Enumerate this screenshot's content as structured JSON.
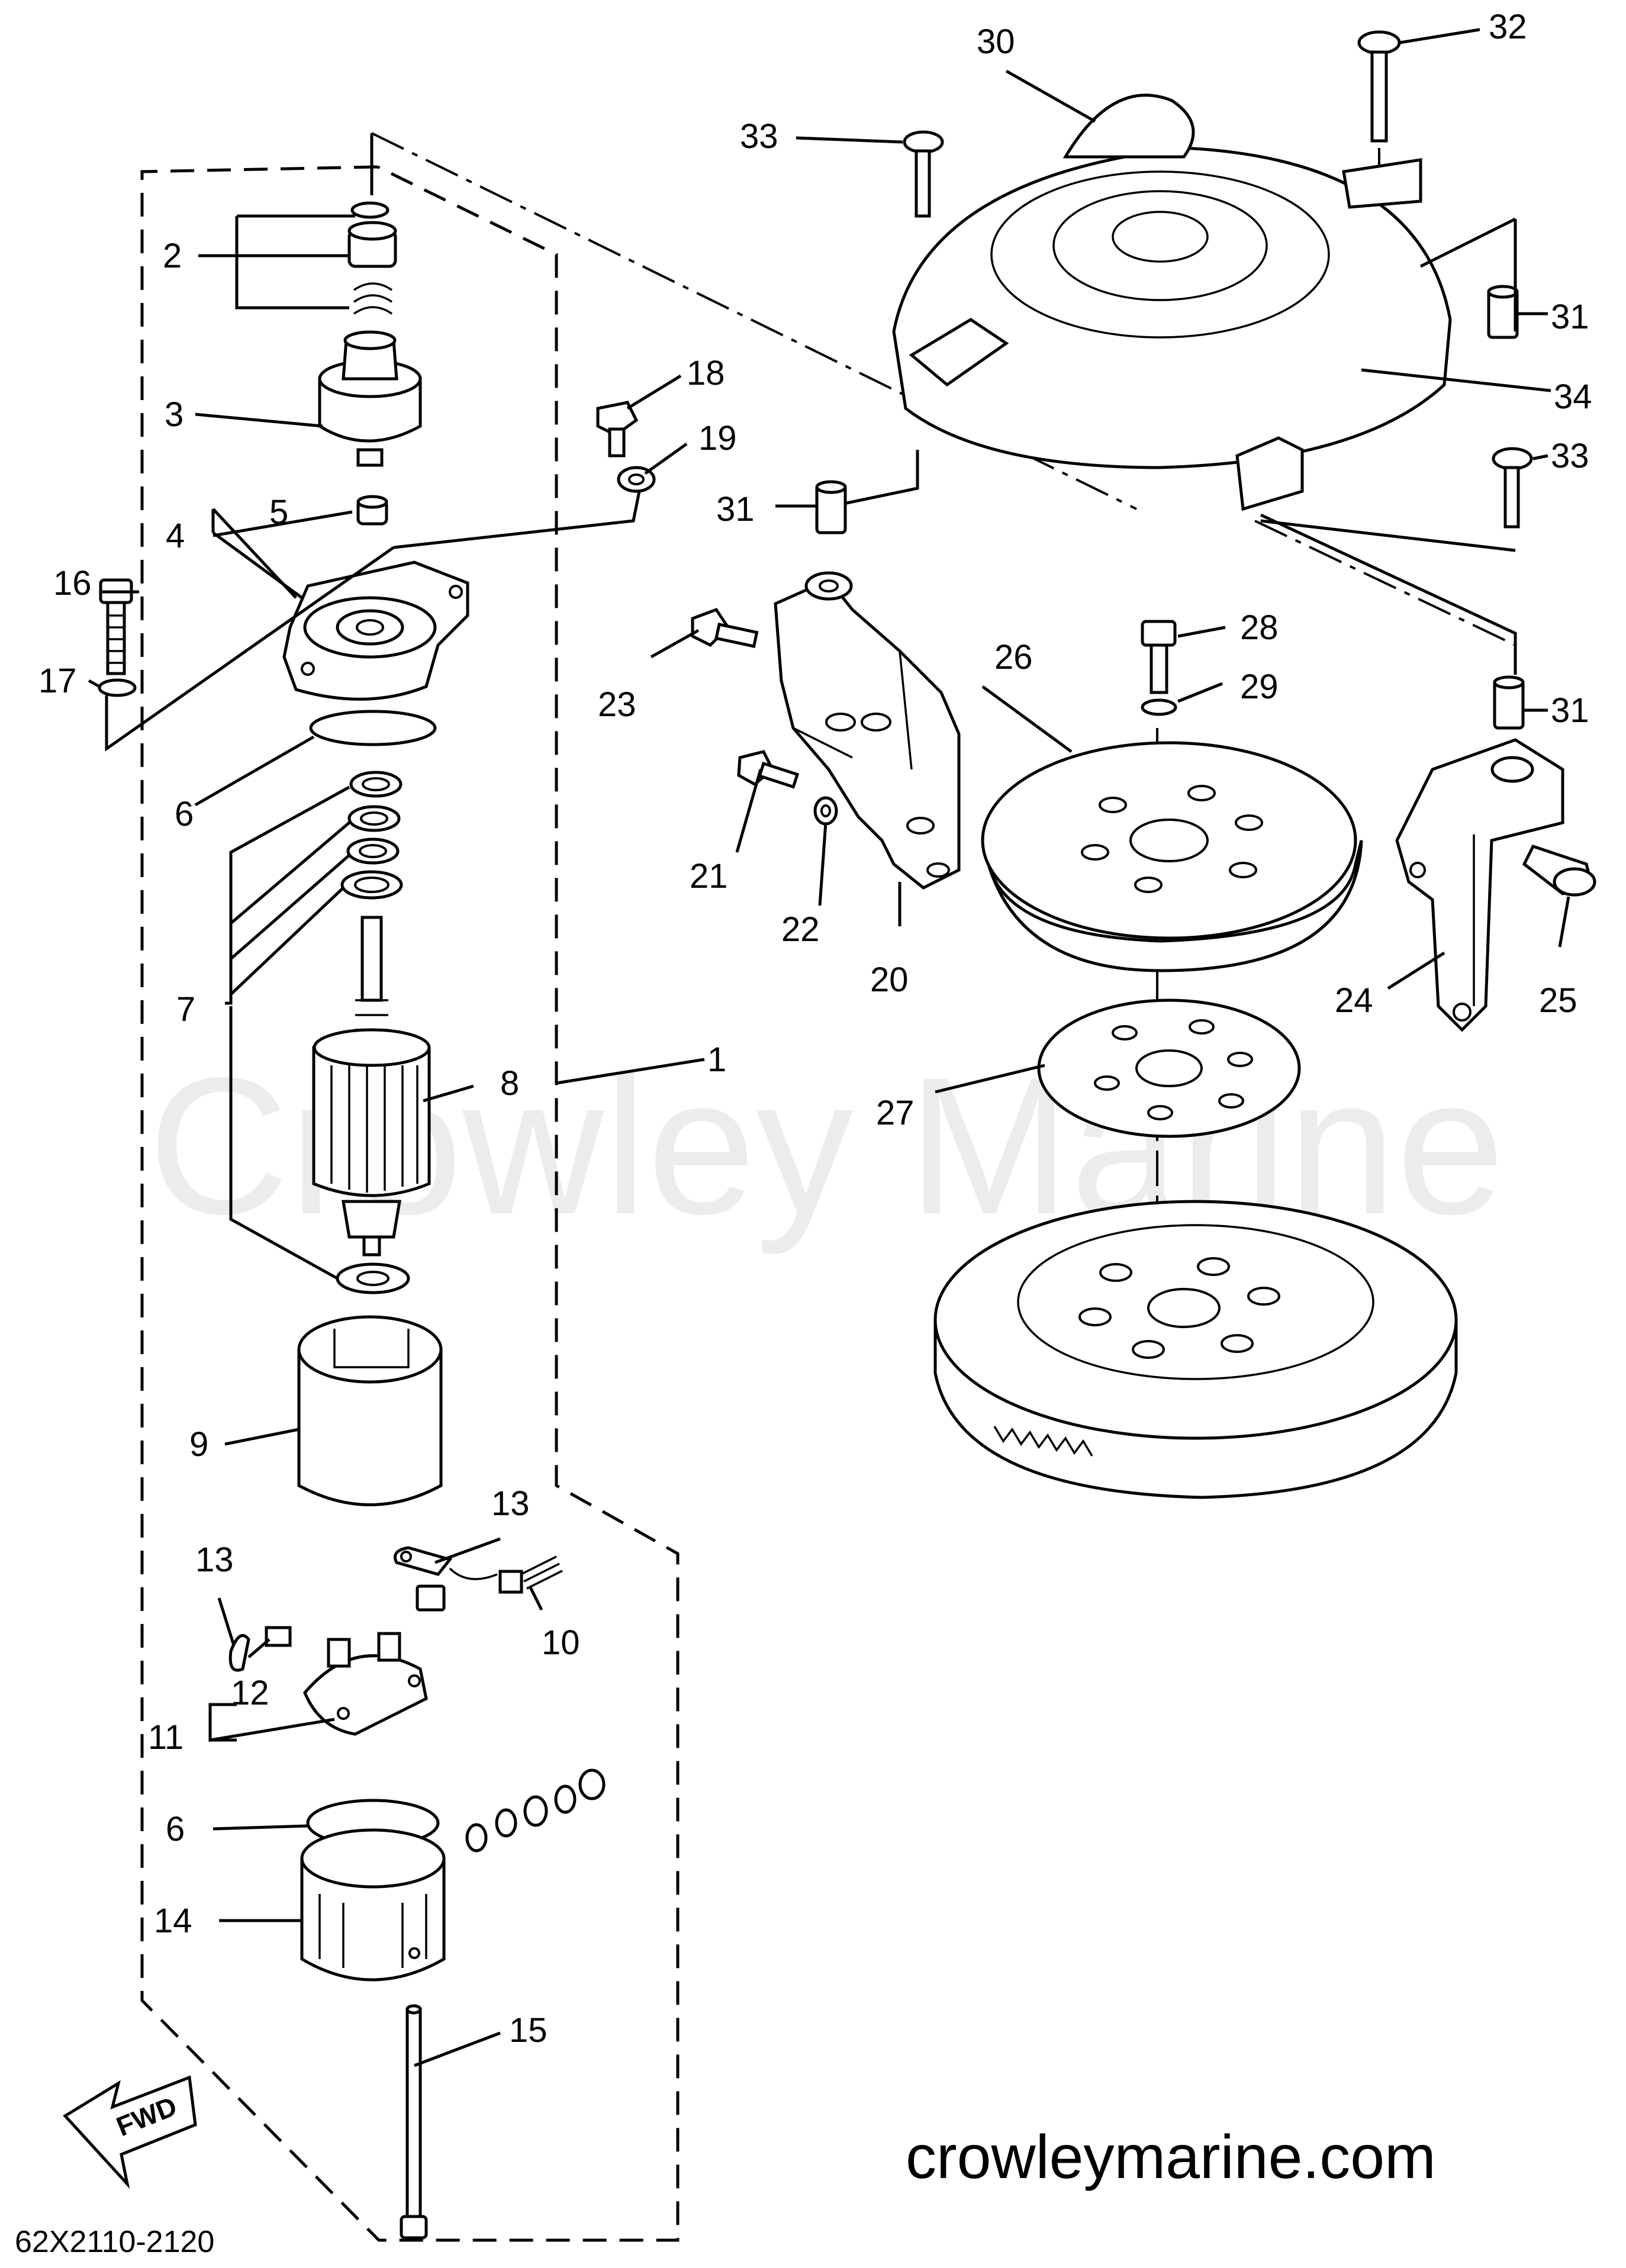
{
  "diagram": {
    "watermark": "Crowley Marine",
    "website": "crowleymarine.com",
    "drawing_code": "62X2110-2120",
    "direction_arrow_label": "FWD",
    "callouts": [
      "1",
      "2",
      "3",
      "4",
      "5",
      "6",
      "6",
      "7",
      "8",
      "9",
      "10",
      "11",
      "12",
      "13",
      "13",
      "14",
      "15",
      "16",
      "17",
      "18",
      "19",
      "20",
      "21",
      "22",
      "23",
      "24",
      "25",
      "26",
      "27",
      "28",
      "29",
      "30",
      "31",
      "31",
      "31",
      "32",
      "33",
      "33",
      "34"
    ]
  }
}
